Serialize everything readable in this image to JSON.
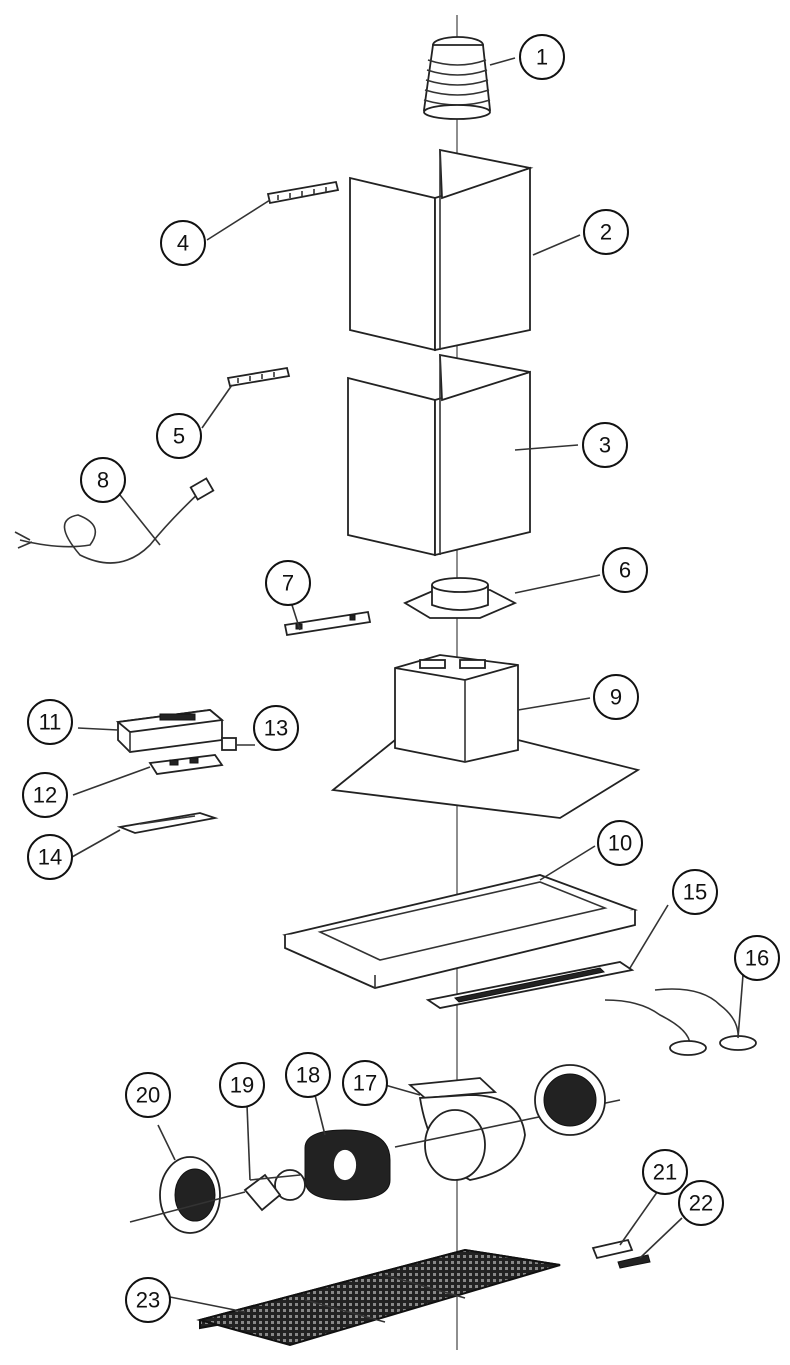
{
  "parts": [
    {
      "label": "1"
    },
    {
      "label": "2"
    },
    {
      "label": "3"
    },
    {
      "label": "4"
    },
    {
      "label": "5"
    },
    {
      "label": "6"
    },
    {
      "label": "7"
    },
    {
      "label": "8"
    },
    {
      "label": "9"
    },
    {
      "label": "10"
    },
    {
      "label": "11"
    },
    {
      "label": "12"
    },
    {
      "label": "13"
    },
    {
      "label": "14"
    },
    {
      "label": "15"
    },
    {
      "label": "16"
    },
    {
      "label": "17"
    },
    {
      "label": "18"
    },
    {
      "label": "19"
    },
    {
      "label": "20"
    },
    {
      "label": "21"
    },
    {
      "label": "22"
    },
    {
      "label": "23"
    }
  ]
}
